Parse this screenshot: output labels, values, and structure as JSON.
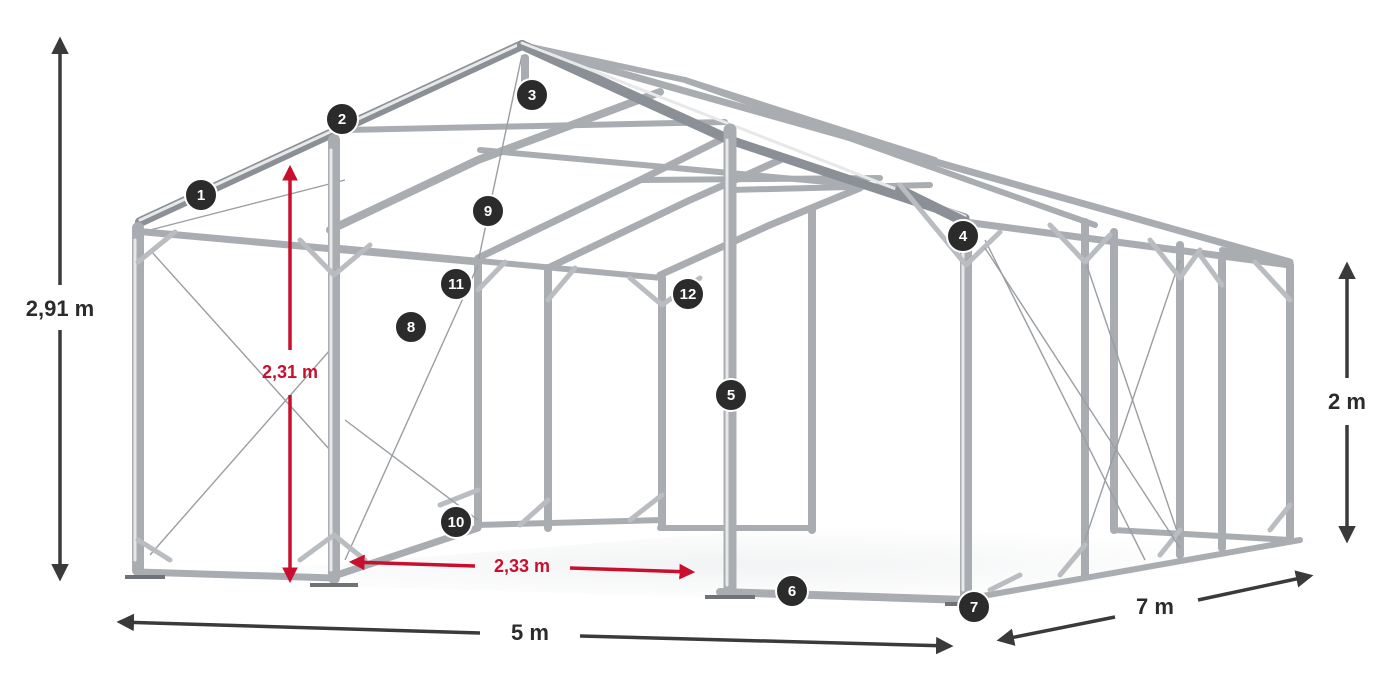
{
  "dimensions": {
    "total_height": "2,91 m",
    "inner_height": "2,31 m",
    "side_height": "2 m",
    "bay_width": "2,33 m",
    "width": "5 m",
    "length": "7 m"
  },
  "badges": [
    "1",
    "2",
    "3",
    "4",
    "5",
    "6",
    "7",
    "8",
    "9",
    "10",
    "11",
    "12"
  ],
  "colors": {
    "frame": "#a9adb2",
    "badge": "#2b2b2b",
    "dimension_arrow": "#3a3a3a",
    "inner_dimension": "#c8102e"
  }
}
